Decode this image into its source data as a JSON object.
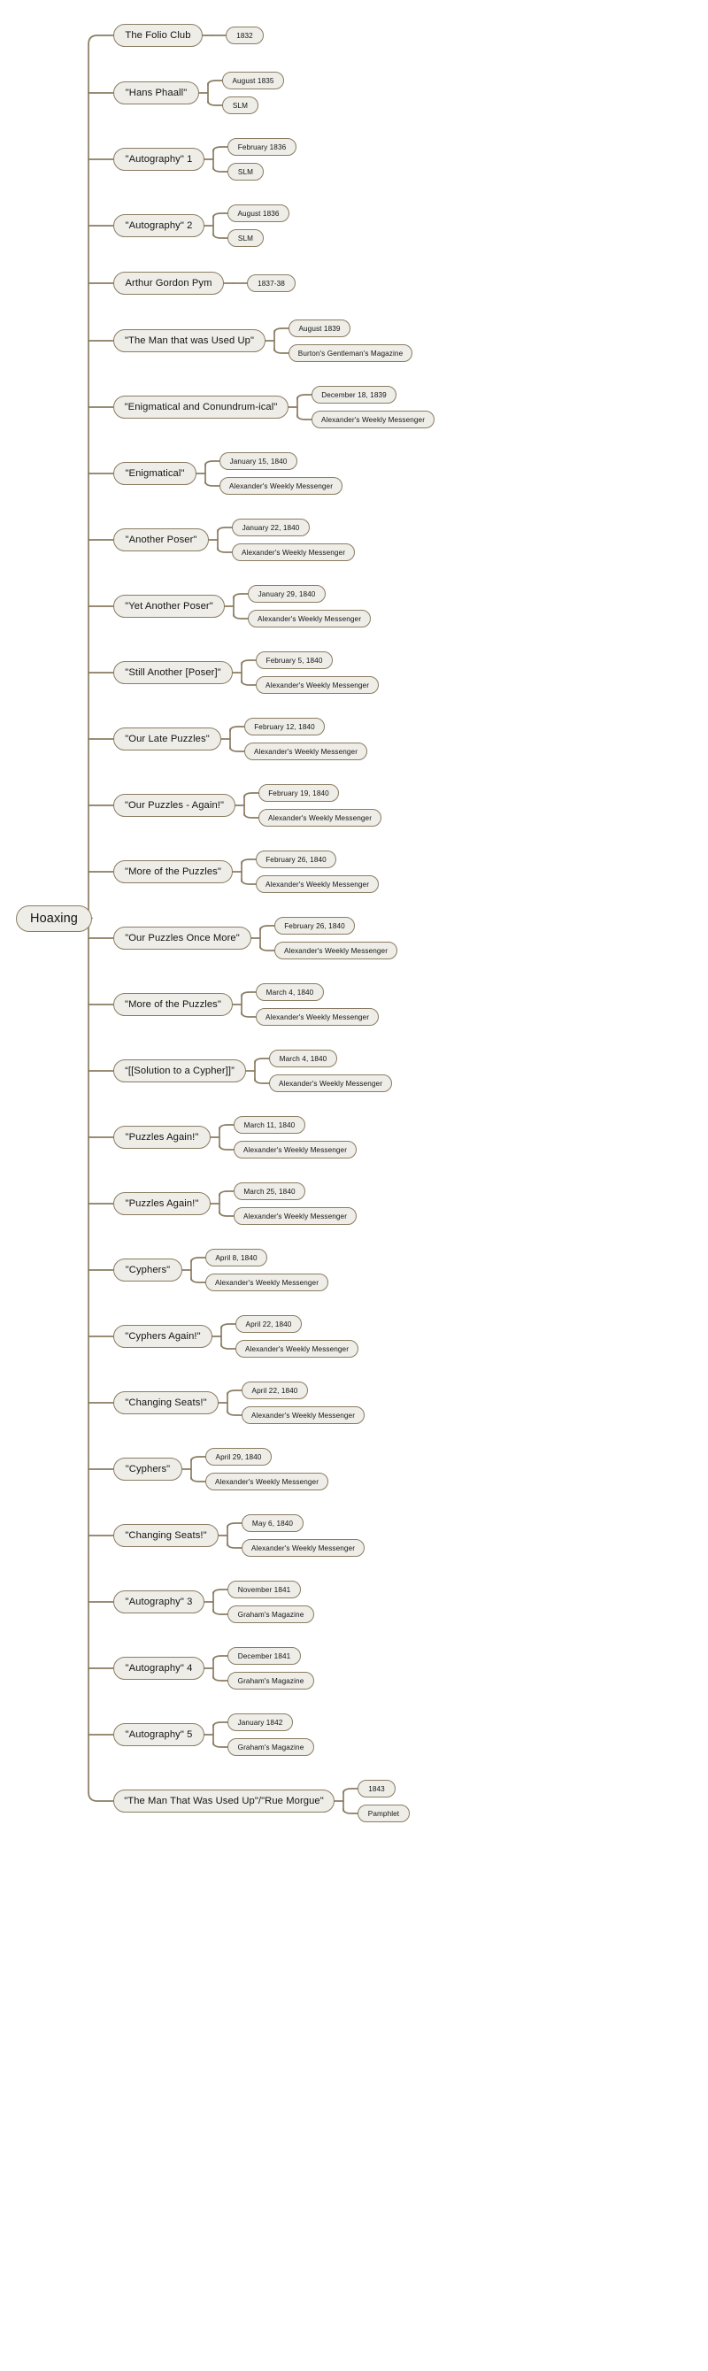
{
  "diagram": {
    "type": "mind-map",
    "title": "Hoaxing",
    "root": {
      "label": "Hoaxing"
    },
    "palette": {
      "node_fill": "#efede7",
      "node_border": "#8a7c62",
      "edge": "#8a7c62",
      "text": "#141414",
      "background": "#ffffff"
    },
    "branches": [
      {
        "label": "The Folio Club",
        "leaves": [
          "1832"
        ]
      },
      {
        "label": "\"Hans Phaall\"",
        "leaves": [
          "August 1835",
          "SLM"
        ]
      },
      {
        "label": "\"Autography\" 1",
        "leaves": [
          "February 1836",
          "SLM"
        ]
      },
      {
        "label": "\"Autography\" 2",
        "leaves": [
          "August 1836",
          "SLM"
        ]
      },
      {
        "label": "Arthur Gordon Pym",
        "leaves": [
          "1837-38"
        ]
      },
      {
        "label": "\"The Man that was Used Up\"",
        "leaves": [
          "August 1839",
          "Burton's Gentleman's Magazine"
        ]
      },
      {
        "label": "\"Enigmatical and Conundrum-ical\"",
        "leaves": [
          "December 18, 1839",
          "Alexander's Weekly Messenger"
        ]
      },
      {
        "label": "\"Enigmatical\"",
        "leaves": [
          "January 15, 1840",
          "Alexander's Weekly Messenger"
        ]
      },
      {
        "label": "\"Another Poser\"",
        "leaves": [
          "January 22, 1840",
          "Alexander's Weekly Messenger"
        ]
      },
      {
        "label": "\"Yet Another Poser\"",
        "leaves": [
          "January 29, 1840",
          "Alexander's Weekly Messenger"
        ]
      },
      {
        "label": "\"Still Another [Poser]\"",
        "leaves": [
          "February 5, 1840",
          "Alexander's Weekly Messenger"
        ]
      },
      {
        "label": "\"Our Late Puzzles\"",
        "leaves": [
          "February 12, 1840",
          "Alexander's Weekly Messenger"
        ]
      },
      {
        "label": "\"Our Puzzles - Again!\"",
        "leaves": [
          "February 19, 1840",
          "Alexander's Weekly Messenger"
        ]
      },
      {
        "label": "\"More of the Puzzles\"",
        "leaves": [
          "February 26, 1840",
          "Alexander's Weekly Messenger"
        ]
      },
      {
        "label": "\"Our Puzzles Once More\"",
        "leaves": [
          "February 26, 1840",
          "Alexander's Weekly Messenger"
        ]
      },
      {
        "label": "\"More of the Puzzles\"",
        "leaves": [
          "March 4, 1840",
          "Alexander's Weekly Messenger"
        ]
      },
      {
        "label": "“[[Solution to a Cypher]]”",
        "leaves": [
          "March 4, 1840",
          "Alexander's Weekly Messenger"
        ]
      },
      {
        "label": "\"Puzzles Again!\"",
        "leaves": [
          "March 11, 1840",
          "Alexander's Weekly Messenger"
        ]
      },
      {
        "label": "\"Puzzles Again!\"",
        "leaves": [
          "March 25, 1840",
          "Alexander's Weekly Messenger"
        ]
      },
      {
        "label": "\"Cyphers\"",
        "leaves": [
          "April 8, 1840",
          "Alexander's Weekly Messenger"
        ]
      },
      {
        "label": "\"Cyphers Again!\"",
        "leaves": [
          "April 22, 1840",
          "Alexander's Weekly Messenger"
        ]
      },
      {
        "label": "\"Changing Seats!\"",
        "leaves": [
          "April 22, 1840",
          "Alexander's Weekly Messenger"
        ]
      },
      {
        "label": "\"Cyphers\"",
        "leaves": [
          "April 29, 1840",
          "Alexander's Weekly Messenger"
        ]
      },
      {
        "label": "\"Changing Seats!\"",
        "leaves": [
          "May 6, 1840",
          "Alexander's Weekly Messenger"
        ]
      },
      {
        "label": "\"Autography\" 3",
        "leaves": [
          "November 1841",
          "Graham's Magazine"
        ]
      },
      {
        "label": "\"Autography\" 4",
        "leaves": [
          "December 1841",
          "Graham's Magazine"
        ]
      },
      {
        "label": "\"Autography\" 5",
        "leaves": [
          "January 1842",
          "Graham's Magazine"
        ]
      },
      {
        "label": "\"The Man That Was Used Up\"/\"Rue Morgue\"",
        "leaves": [
          "1843",
          "Pamphlet"
        ]
      }
    ]
  }
}
